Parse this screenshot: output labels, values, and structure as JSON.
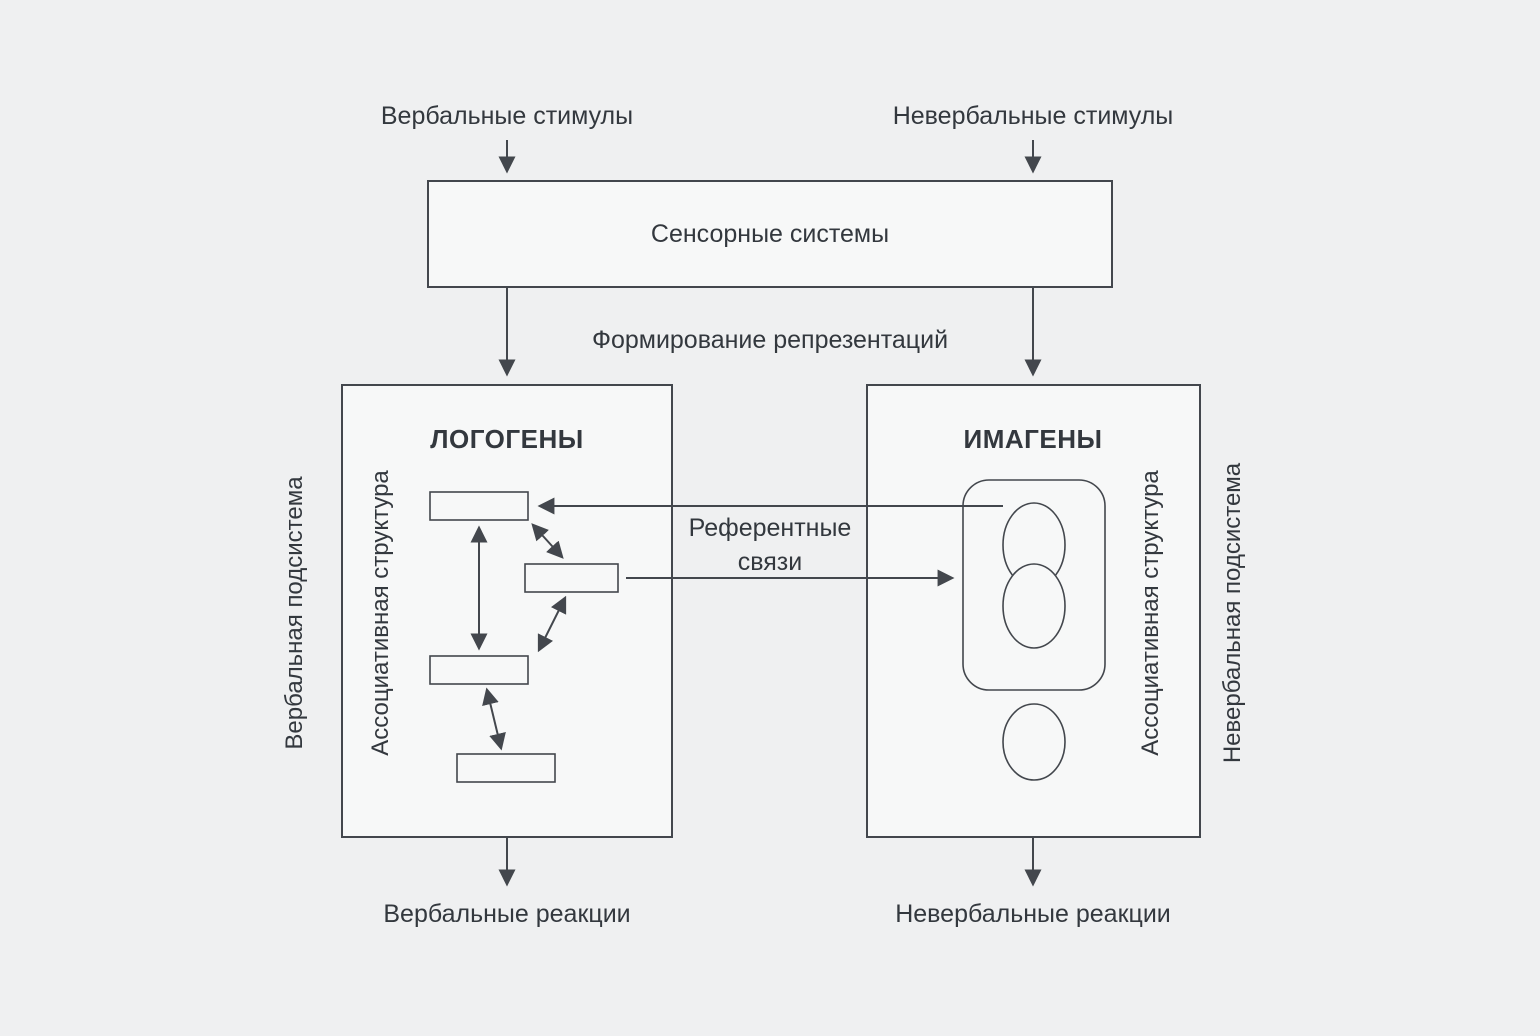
{
  "diagram": {
    "top": {
      "verbal_stimuli": "Вербальные стимулы",
      "nonverbal_stimuli": "Невербальные стимулы"
    },
    "sensory_box": {
      "label": "Сенсорные системы"
    },
    "formation_label": "Формирование репрезентаций",
    "left_box": {
      "title": "ЛОГОГЕНЫ",
      "inner_label": "Ассоциативная структура",
      "outer_label": "Вербальная подсистема"
    },
    "right_box": {
      "title": "ИМАГЕНЫ",
      "inner_label": "Ассоциативная структура",
      "outer_label": "Невербальная подсистема"
    },
    "referent": {
      "line1": "Референтные",
      "line2": "связи"
    },
    "bottom": {
      "verbal_reactions": "Вербальные реакции",
      "nonverbal_reactions": "Невербальные реакции"
    },
    "colors": {
      "background": "#eff0f1",
      "box_fill": "#f7f8f8",
      "stroke": "#43474d",
      "text": "#33383e"
    }
  }
}
